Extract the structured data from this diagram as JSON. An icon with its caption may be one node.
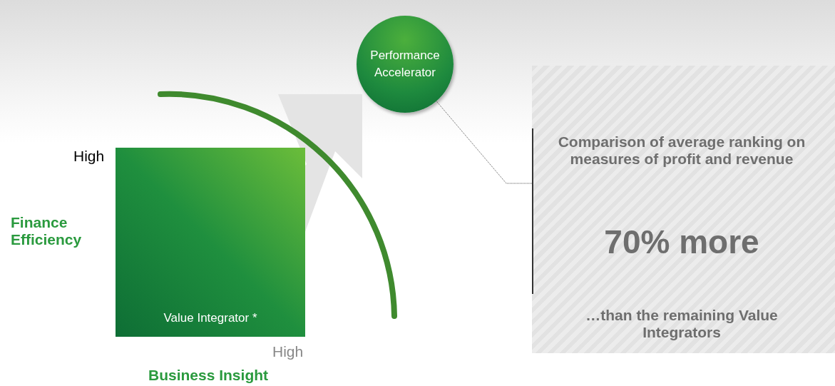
{
  "diagram": {
    "nodes": [
      {
        "text": [
          "Performance Accelerator"
        ]
      },
      {
        "text": [
          "Comparison of average ranking on measures of profit and revenue",
          "70% more",
          "…than the remaining Value Integrators"
        ]
      },
      {
        "text": [
          "Value Integrator *"
        ]
      }
    ],
    "edges": [
      {
        "from": 0,
        "to": 1,
        "arrow": "none"
      }
    ],
    "labels": [
      "High",
      "Finance Efficiency",
      "High",
      "Business Insight"
    ]
  }
}
